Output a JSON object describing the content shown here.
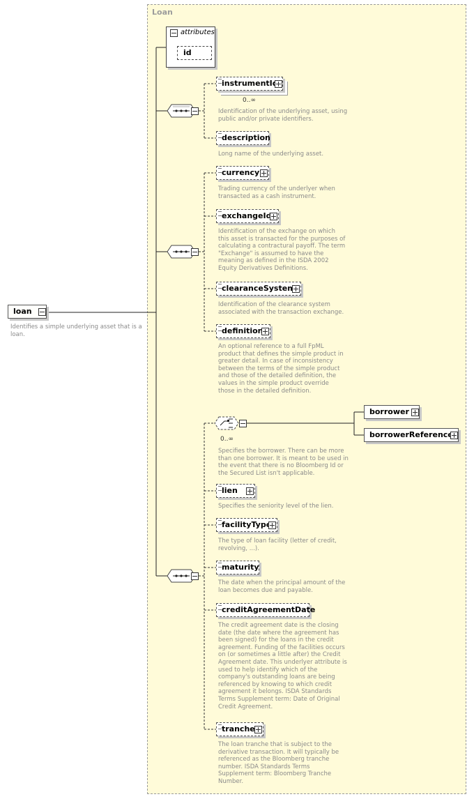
{
  "type_box": {
    "title": "Loan"
  },
  "root": {
    "name": "loan",
    "description": "Identifies a simple underlying asset that is a loan."
  },
  "attributes": {
    "title": "attributes",
    "items": [
      "id"
    ]
  },
  "elements": {
    "instrumentId": {
      "name": "instrumentId",
      "cardinality": "0..∞",
      "description": "Identification of the underlying asset, using public and/or private identifiers."
    },
    "description": {
      "name": "description",
      "description": "Long name of the underlying asset."
    },
    "currency": {
      "name": "currency",
      "description": "Trading currency of the underlyer when transacted as a cash instrument."
    },
    "exchangeId": {
      "name": "exchangeId",
      "description": "Identification of the exchange on which this asset is transacted for the purposes of calculating a contractural payoff. The term \"Exchange\" is assumed to have the meaning as defined in the ISDA 2002 Equity Derivatives Definitions."
    },
    "clearanceSystem": {
      "name": "clearanceSystem",
      "description": "Identification of the clearance system associated with the transaction exchange."
    },
    "definition": {
      "name": "definition",
      "description": "An optional reference to a full FpML product that defines the simple product in greater detail. In case of inconsistency between the terms of the simple product and those of the detailed definition, the values in the simple product override those in the detailed definition."
    },
    "borrowerChoice": {
      "cardinality": "0..∞",
      "description": "Specifies the borrower. There can be more than one borrower. It is meant to be used in the event that there is no Bloomberg Id or the Secured List isn't applicable."
    },
    "borrower": {
      "name": "borrower"
    },
    "borrowerReference": {
      "name": "borrowerReference"
    },
    "lien": {
      "name": "lien",
      "description": "Specifies the seniority level of the lien."
    },
    "facilityType": {
      "name": "facilityType",
      "description": "The type of loan facility (letter of credit, revolving, ...)."
    },
    "maturity": {
      "name": "maturity",
      "description": "The date when the principal amount of the loan becomes due and payable."
    },
    "creditAgreementDate": {
      "name": "creditAgreementDate",
      "description": "The credit agreement date is the closing date (the date where the agreement has been signed) for the loans in the credit agreement. Funding of the facilities occurs on (or sometimes a little after) the Credit Agreement date. This underlyer attribute is used to help identify which of the company's outstanding loans are being referenced by knowing to which credit agreement it belongs. ISDA Standards Terms Supplement term: Date of Original Credit Agreement."
    },
    "tranche": {
      "name": "tranche",
      "description": "The loan tranche that is subject to the derivative transaction. It will typically be referenced as the Bloomberg tranche number. ISDA Standards Terms Supplement term: Bloomberg Tranche Number."
    }
  }
}
